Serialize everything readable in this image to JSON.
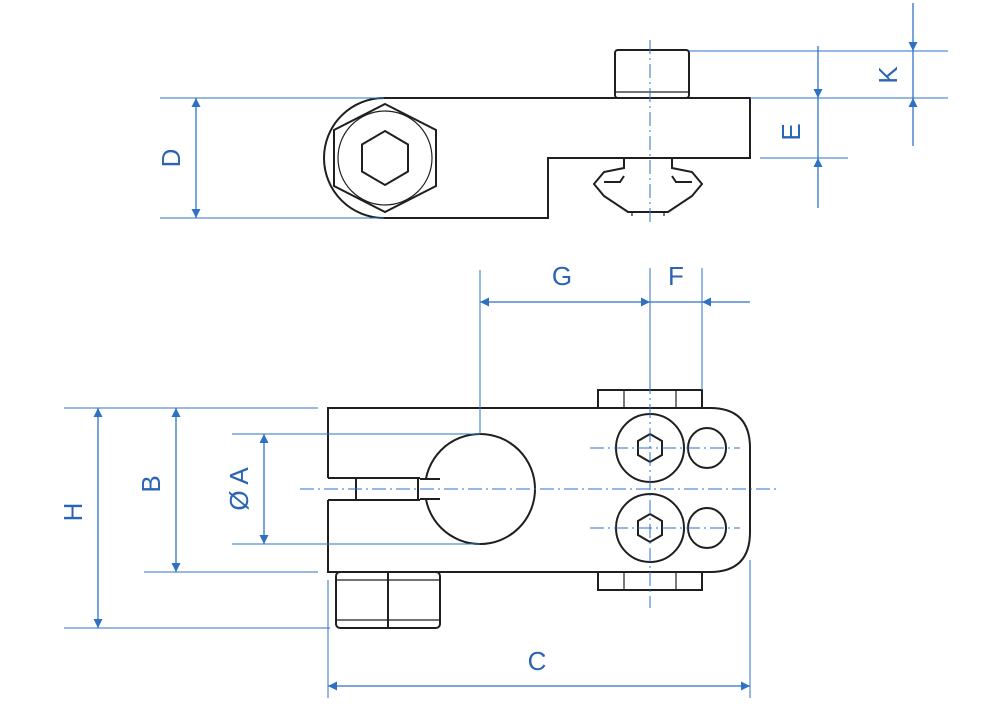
{
  "labels": {
    "D": "D",
    "E": "E",
    "K": "K",
    "G": "G",
    "F": "F",
    "H": "H",
    "B": "B",
    "A": "Ø A",
    "C": "C"
  },
  "colors": {
    "dimension": "#2f72c4",
    "text": "#2a64b4",
    "outline": "#1f1f1f"
  }
}
